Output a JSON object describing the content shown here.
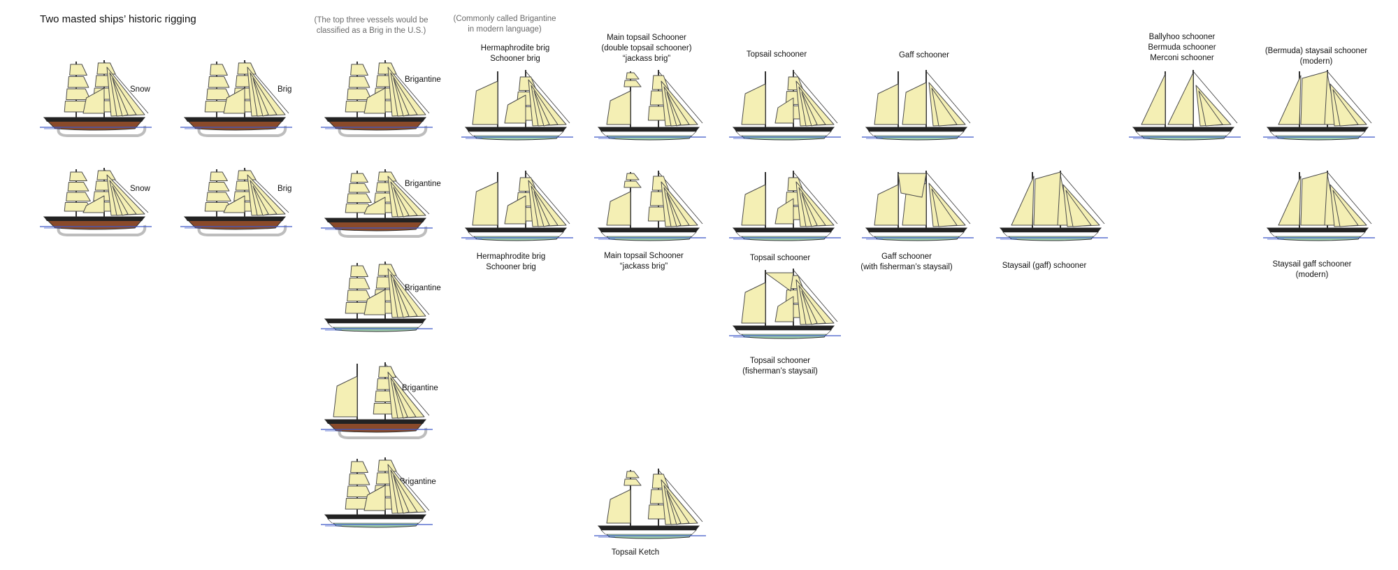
{
  "title": "Two masted ships’ historic rigging",
  "notes": {
    "brig_us": "(The top three vessels would be\nclassified as a Brig in the U.S.)",
    "brigantine_modern": "(Commonly called Brigantine\nin modern language)"
  },
  "labels": {
    "snow": "Snow",
    "brig": "Brig",
    "brigantine": "Brigantine",
    "hermaphrodite_brig": "Hermaphrodite brig\nSchooner brig",
    "main_topsail_schooner_double": "Main topsail Schooner\n(double topsail schooner)\n“jackass brig”",
    "main_topsail_schooner": "Main topsail Schooner\n“jackass brig”",
    "topsail_schooner": "Topsail schooner",
    "topsail_schooner_fisherman": "Topsail schooner\n(fisherman’s staysail)",
    "gaff_schooner": "Gaff schooner",
    "gaff_schooner_fisherman": "Gaff schooner\n(with fisherman’s staysail)",
    "staysail_gaff_schooner": "Staysail (gaff) schooner",
    "ballyhoo": "Ballyhoo schooner\nBermuda schooner\nMerconi schooner",
    "bermuda_staysail": "(Bermuda) staysail schooner\n(modern)",
    "staysail_gaff_modern": "Staysail gaff schooner\n(modern)",
    "topsail_ketch": "Topsail Ketch"
  },
  "colors": {
    "sail": "#f4efb4",
    "sail_stroke": "#4a4a4a",
    "hull_wood": "#8a4a2a",
    "hull_black": "#222222",
    "waterline_green": "#9fcfae",
    "water": "#3c58c8",
    "keel_grey": "#bdbdbd",
    "mast": "#333333"
  }
}
